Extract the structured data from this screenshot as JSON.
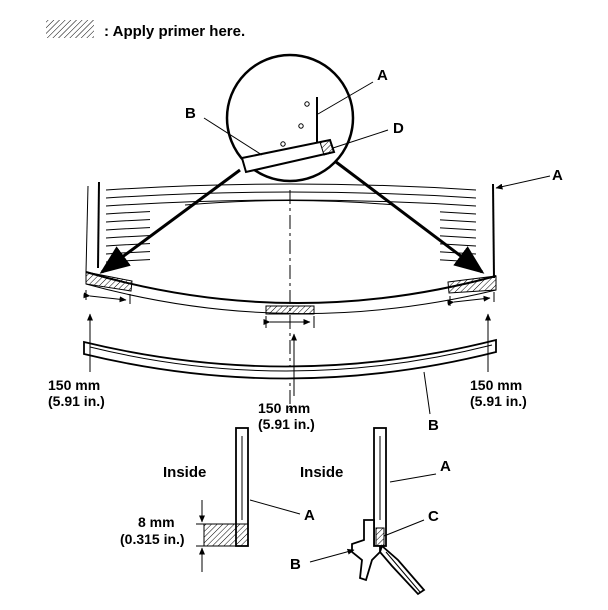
{
  "legend": {
    "text": ": Apply primer here."
  },
  "callouts": {
    "a": "A",
    "b": "B",
    "c": "C",
    "d": "D"
  },
  "dimensions": {
    "left_mm": "150 mm",
    "left_in": "(5.91 in.)",
    "center_mm": "150 mm",
    "center_in": "(5.91 in.)",
    "right_mm": "150 mm",
    "right_in": "(5.91 in.)",
    "height_mm": "8 mm",
    "height_in": "(0.315 in.)"
  },
  "sections": {
    "left_inside": "Inside",
    "right_inside": "Inside"
  }
}
